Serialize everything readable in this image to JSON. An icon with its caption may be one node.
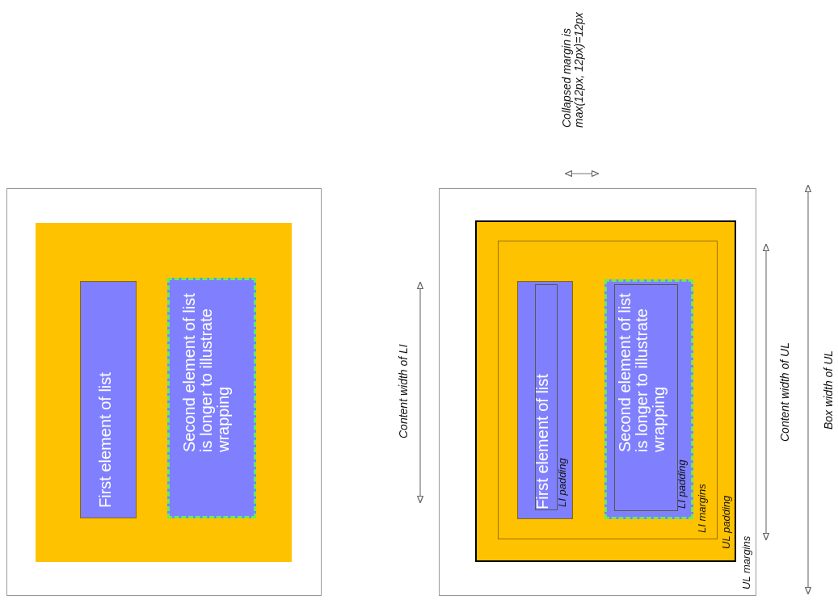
{
  "diagram": {
    "nodes": [
      {
        "text": [],
        "shape": "box"
      },
      {
        "text": [],
        "shape": "box",
        "in": 0
      },
      {
        "text": [
          "First element of list"
        ],
        "in": 1
      },
      {
        "text": [
          "Second element of list is longer to illustrate wrapping"
        ],
        "in": 1
      },
      {
        "text": [],
        "shape": "box"
      },
      {
        "text": [],
        "shape": "box",
        "in": 4
      },
      {
        "text": [
          "First element of list"
        ],
        "in": 5
      },
      {
        "text": [
          "Second element of list is longer to illustrate wrapping"
        ],
        "in": 5
      }
    ],
    "edges": [],
    "labels": [
      "Collapsed margin is max(12px, 12px)=12px",
      "Content width of LI",
      "LI padding",
      "LI padding",
      "LI margins",
      "UL padding",
      "UL margins",
      "Content width of UL",
      "Box width of UL"
    ]
  }
}
